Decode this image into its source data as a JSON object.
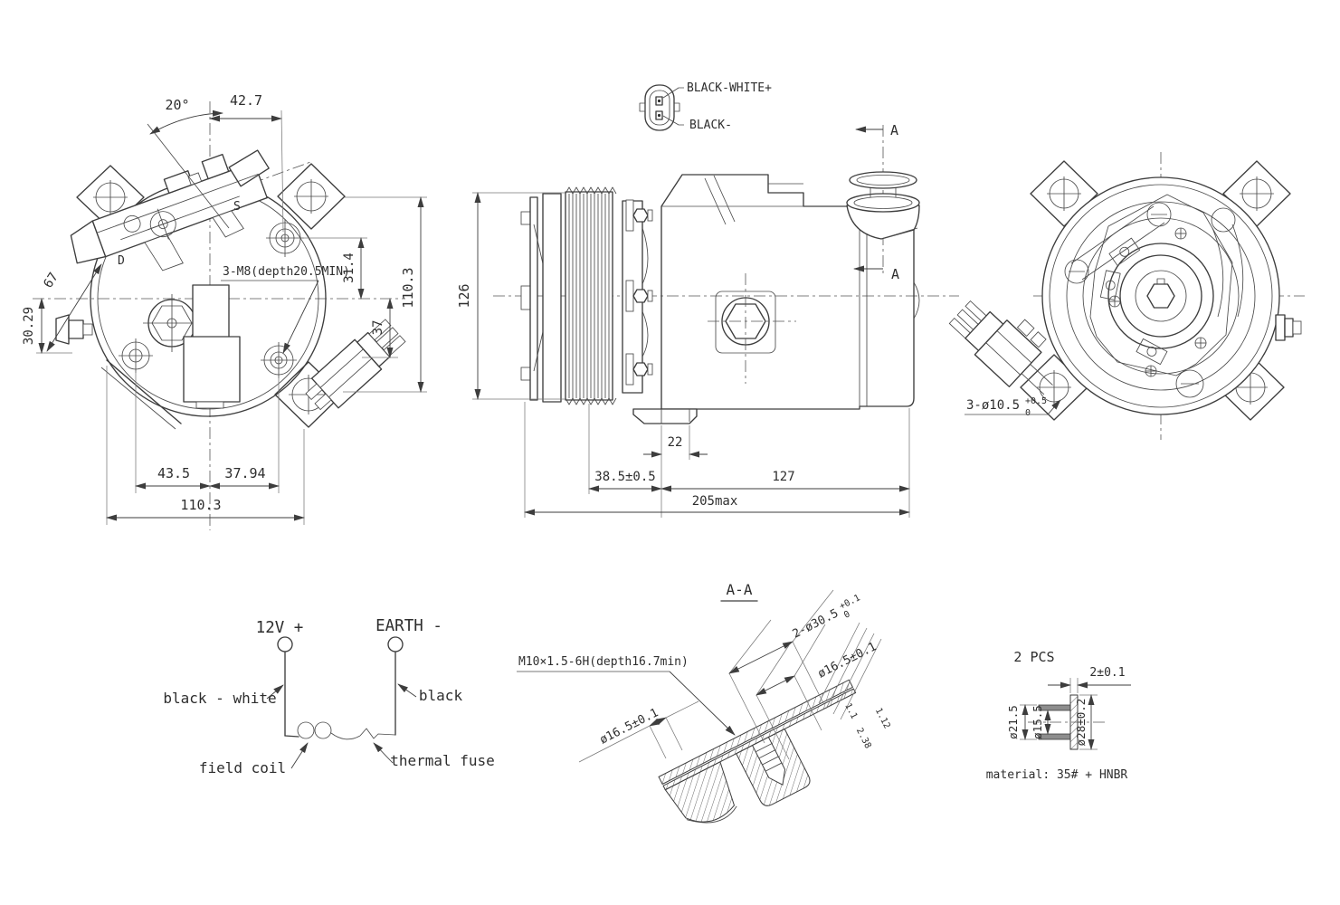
{
  "front_view": {
    "angle": "20°",
    "offset_top": "42.7",
    "thread_note": "3-M8(depth20.5MIN)",
    "d31_4": "31.4",
    "d110_3_right": "110.3",
    "d37": "37",
    "d67": "67",
    "d30_29": "30.29",
    "d43_5": "43.5",
    "d37_94": "37.94",
    "d110_3_bottom": "110.3",
    "port_s": "S",
    "port_d": "D"
  },
  "side_view": {
    "d126": "126",
    "d22": "22",
    "d38_5": "38.5±0.5",
    "d127": "127",
    "d205": "205max",
    "section_label_top": "A",
    "section_label_mid": "A"
  },
  "connector_detail": {
    "pin_positive": "BLACK-WHITE+",
    "pin_negative": "BLACK-"
  },
  "rear_view": {
    "hole_note": "3-ø10.5",
    "tol_upper": "+0.5",
    "tol_lower": "0"
  },
  "wiring_diagram": {
    "positive_terminal": "12V +",
    "negative_terminal": "EARTH -",
    "positive_wire": "black - white",
    "negative_wire": "black",
    "coil_label": "field coil",
    "fuse_label": "thermal fuse"
  },
  "section_view": {
    "title": "A-A",
    "thread_note": "M10×1.5-6H(depth16.7min)",
    "bore_note": "2-ø30.5",
    "bore_tol_upper": "+0.1",
    "bore_tol_lower": "0",
    "dia_right": "ø16.5±0.1",
    "dia_left": "ø16.5±0.1",
    "t_1": "1.1",
    "t_2": "2.38",
    "t_3": "1.12"
  },
  "seal_detail": {
    "quantity": "2 PCS",
    "width": "2±0.1",
    "dia_sleeve": "ø21.5",
    "dia_bore": "ø15.5",
    "dia_flange": "ø28±0.2",
    "material_note": "material: 35# + HNBR"
  }
}
